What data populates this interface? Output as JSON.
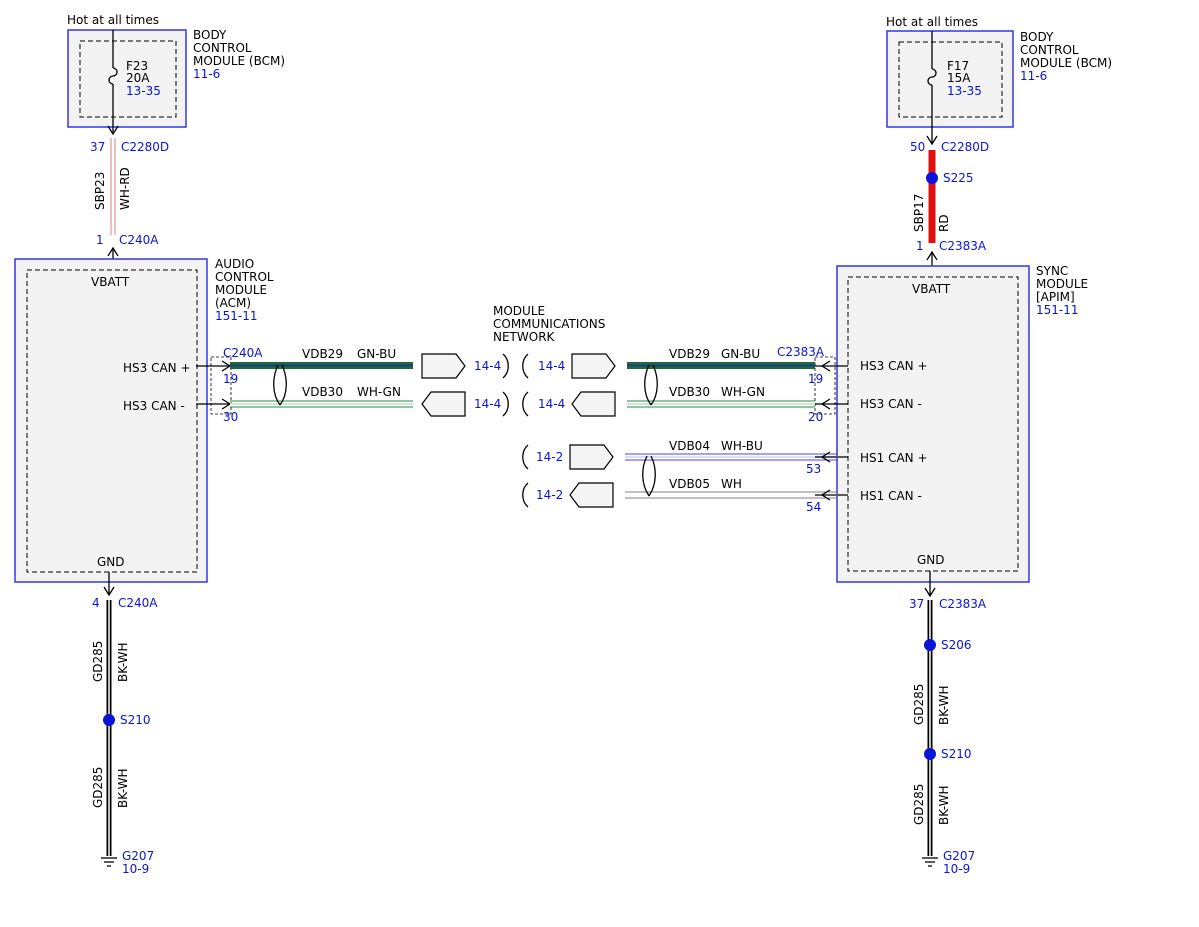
{
  "labels": {
    "hot": "Hot at all times",
    "bcm_l1": "BODY",
    "bcm_l2": "CONTROL",
    "bcm_l3": "MODULE (BCM)",
    "bcm_ref": "11-6",
    "acm_l1": "AUDIO",
    "acm_l2": "CONTROL",
    "acm_l3": "MODULE",
    "acm_l4": "(ACM)",
    "acm_ref": "151-11",
    "sync_l1": "SYNC",
    "sync_l2": "MODULE",
    "sync_l3": "[APIM]",
    "sync_ref": "151-11",
    "net_l1": "MODULE",
    "net_l2": "COMMUNICATIONS",
    "net_l3": "NETWORK",
    "vbatt": "VBATT",
    "gnd": "GND",
    "hs3p": "HS3 CAN +",
    "hs3m": "HS3 CAN -",
    "hs1p": "HS1 CAN +",
    "hs1m": "HS1 CAN -"
  },
  "left": {
    "fuse": "F23",
    "amp": "20A",
    "fuse_ref": "13-35",
    "pin_top": "37",
    "conn_top": "C2280D",
    "circuit": "SBP23",
    "color": "WH-RD",
    "pin_vbatt": "1",
    "conn_vbatt": "C240A",
    "conn_can": "C240A",
    "can1_circuit": "VDB29",
    "can1_color": "GN-BU",
    "can1_pin": "19",
    "can1_page": "14-4",
    "can2_circuit": "VDB30",
    "can2_color": "WH-GN",
    "can2_pin": "30",
    "can2_page": "14-4",
    "pin_gnd": "4",
    "conn_gnd": "C240A",
    "gnd_circuit": "GD285",
    "gnd_color": "BK-WH",
    "splice": "S210",
    "gnd_circuit2": "GD285",
    "gnd_color2": "BK-WH",
    "ground": "G207",
    "ground_ref": "10-9"
  },
  "right": {
    "fuse": "F17",
    "amp": "15A",
    "fuse_ref": "13-35",
    "pin_top": "50",
    "conn_top": "C2280D",
    "splice_top": "S225",
    "circuit": "SBP17",
    "color": "RD",
    "pin_vbatt": "1",
    "conn_vbatt": "C2383A",
    "conn_can": "C2383A",
    "can1_circuit": "VDB29",
    "can1_color": "GN-BU",
    "can1_pin": "19",
    "can1_page": "14-4",
    "can2_circuit": "VDB30",
    "can2_color": "WH-GN",
    "can2_pin": "20",
    "can2_page": "14-4",
    "can3_circuit": "VDB04",
    "can3_color": "WH-BU",
    "can3_pin": "53",
    "can3_page": "14-2",
    "can4_circuit": "VDB05",
    "can4_color": "WH",
    "can4_pin": "54",
    "can4_page": "14-2",
    "pin_gnd": "37",
    "conn_gnd": "C2383A",
    "splice1": "S206",
    "gnd_circuit": "GD285",
    "gnd_color": "BK-WH",
    "splice2": "S210",
    "gnd_circuit2": "GD285",
    "gnd_color2": "BK-WH",
    "ground": "G207",
    "ground_ref": "10-9"
  },
  "colors": {
    "module_border": "#3636e0",
    "ref_text": "#0a14d8",
    "red_wire": "#e01010",
    "green": "#1a7a3a",
    "blue_wire": "#4a4ad0",
    "splice_dot": "#0a14d8"
  }
}
